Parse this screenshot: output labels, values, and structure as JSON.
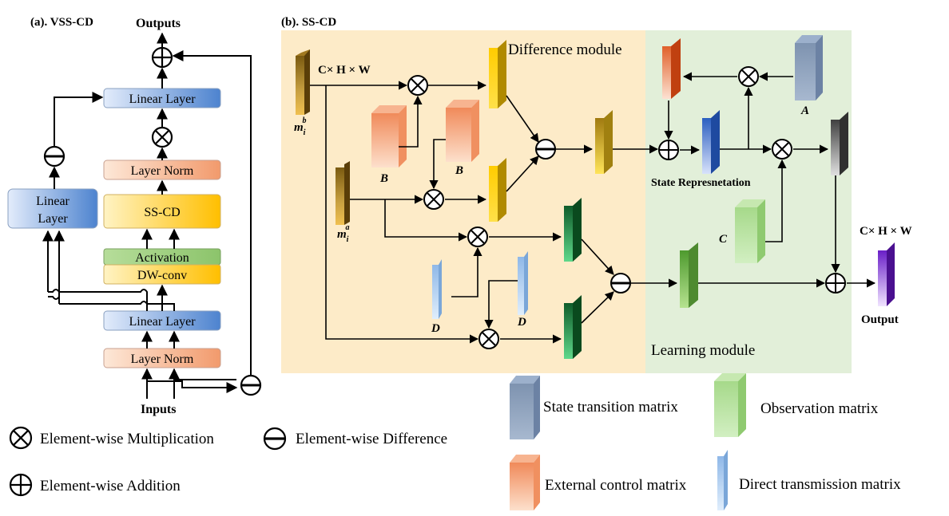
{
  "panel_a": {
    "title": "(a). VSS-CD",
    "outputs_label": "Outputs",
    "inputs_label": "Inputs",
    "linear_layer_top": "Linear Layer",
    "layer_norm_top": "Layer Norm",
    "ss_cd": "SS-CD",
    "activation": "Activation",
    "dw_conv": "DW-conv",
    "linear_layer_bottom": "Linear Layer",
    "layer_norm_bottom": "Layer Norm",
    "side_linear_line1": "Linear",
    "side_linear_line2": "Layer"
  },
  "panel_b": {
    "title": "(b). SS-CD",
    "difference_module": "Difference module",
    "learning_module": "Learning module",
    "dims_in": "C× H × W",
    "dims_out": "C× H × W",
    "m_b_base": "m",
    "m_b_sub": "i",
    "m_b_sup": "b",
    "m_a_base": "m",
    "m_a_sub": "i",
    "m_a_sup": "a",
    "label_B": "B",
    "label_D": "D",
    "label_A": "A",
    "label_C": "C",
    "state_rep": "State Represnetation",
    "output": "Output"
  },
  "legend": {
    "mult": "Element-wise Multiplication",
    "diff": "Element-wise Difference",
    "add": "Element-wise Addition",
    "state_transition": "State transition matrix",
    "observation": "Observation matrix",
    "external_control": "External control matrix",
    "direct_transmission": "Direct transmission matrix"
  },
  "colors": {
    "diff_bg": "#fdebc8",
    "learn_bg": "#e2efd9",
    "blue_box": "#5b8fd6",
    "orange_box": "#f4a582",
    "yellow_box": "#ffc400",
    "green_box": "#93c47d"
  }
}
